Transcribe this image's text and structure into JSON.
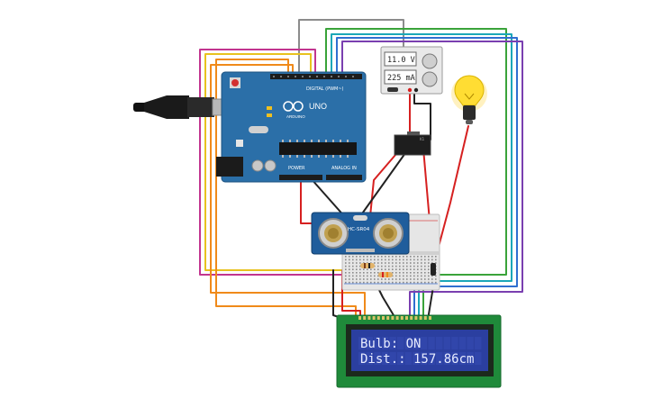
{
  "arduino": {
    "brand_text": "ARDUINO",
    "model_text": "UNO",
    "digital_label": "DIGITAL (PWM~)",
    "power_label": "POWER",
    "analog_label": "ANALOG IN"
  },
  "sensor": {
    "label": "HC-SR04"
  },
  "multimeter": {
    "voltage_reading": "11.0 V",
    "current_reading": "225 mA"
  },
  "lcd": {
    "line1": "Bulb: ON",
    "line2": "Dist.: 157.86cm"
  },
  "colors": {
    "arduino_board": "#2b6fa8",
    "lcd_pcb": "#1f8a3a",
    "lcd_screen": "#2b3fa0",
    "bulb_glow": "#ffdd33",
    "sensor_board": "#1f5d9c"
  }
}
